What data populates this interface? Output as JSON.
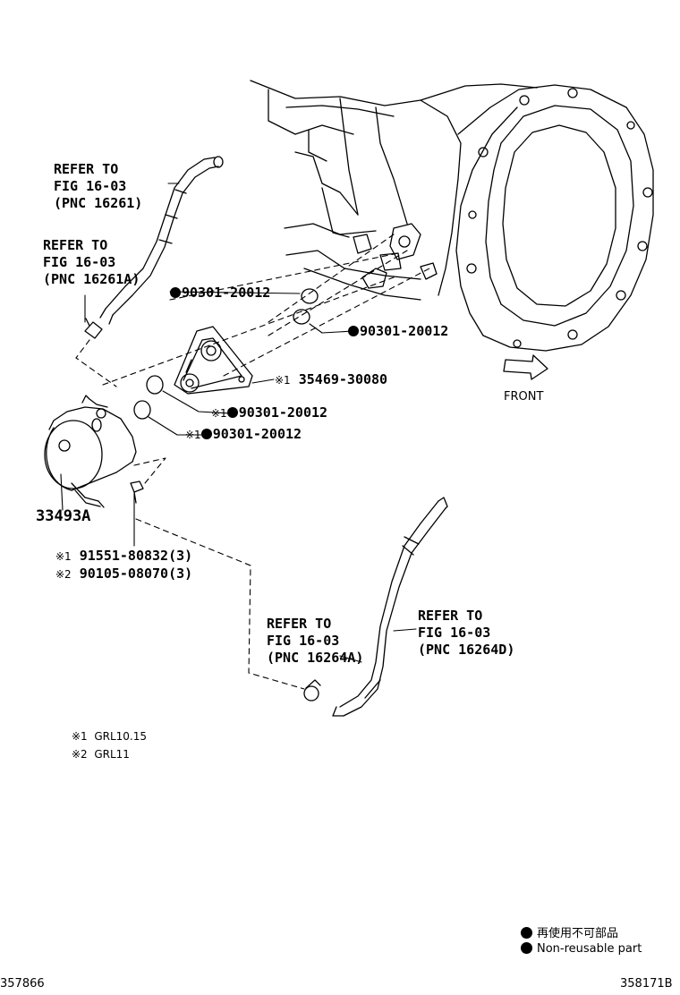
{
  "refs": {
    "hose_upper": [
      "REFER TO",
      "FIG 16-03",
      "(PNC 16261)"
    ],
    "clamp_upper": [
      "REFER TO",
      "FIG 16-03",
      "(PNC 16261A)"
    ],
    "clamp_lower": [
      "REFER TO",
      "FIG 16-03",
      "(PNC 16264A)"
    ],
    "hose_lower": [
      "REFER TO",
      "FIG 16-03",
      "(PNC 16264D)"
    ]
  },
  "parts": {
    "oring_a": "90301-20012",
    "oring_b": "90301-20012",
    "adapter": "35469-30080",
    "oring_c": "90301-20012",
    "oring_d": "90301-20012",
    "cooler": "33493A",
    "bolt_1": "91551-80832(3)",
    "bolt_2": "90105-08070(3)"
  },
  "marks": {
    "note1": "※1",
    "note2": "※2"
  },
  "notes": [
    {
      "mark": "※1",
      "text": "GRL10.15"
    },
    {
      "mark": "※2",
      "text": "GRL11"
    }
  ],
  "front_label": "FRONT",
  "legend": {
    "jp": "再使用不可部品",
    "en": "Non-reusable part"
  },
  "ids": {
    "left": "357866",
    "right": "358171B"
  }
}
